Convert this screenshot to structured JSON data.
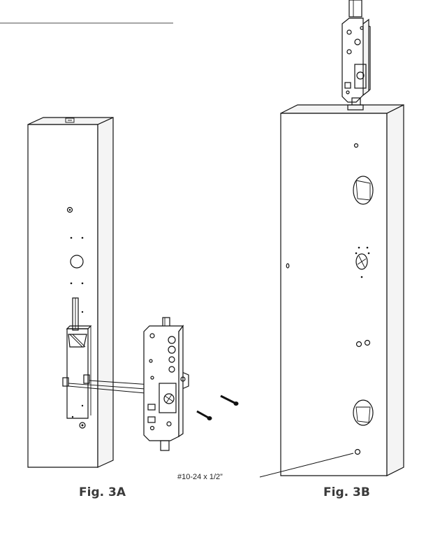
{
  "figures": [
    {
      "caption": "Fig. 3A"
    },
    {
      "caption": "Fig. 3B"
    }
  ],
  "callout": {
    "screw_size": "#10-24 x 1/2”"
  },
  "colors": {
    "rule": "#a6a6a6",
    "line": "#111111",
    "caption": "#3a3a3a"
  }
}
